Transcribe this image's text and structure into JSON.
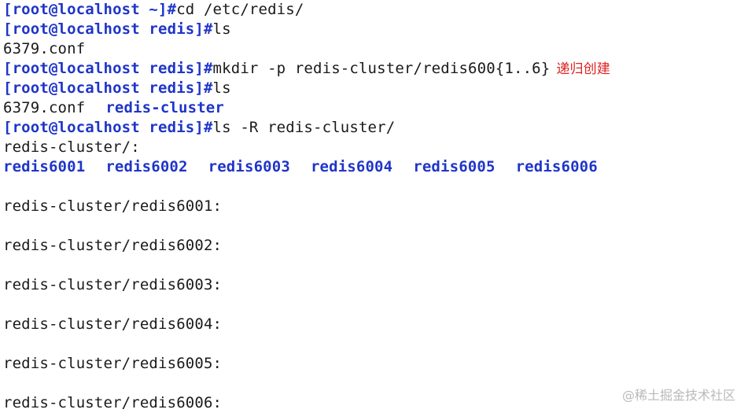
{
  "terminal": {
    "lines": [
      {
        "prompt": "[root@localhost ~]#",
        "command": "cd /etc/redis/"
      },
      {
        "prompt": "[root@localhost redis]#",
        "command": "ls"
      },
      {
        "output": "6379.conf"
      },
      {
        "prompt": "[root@localhost redis]#",
        "command": "mkdir -p redis-cluster/redis600{1..6}",
        "annotation": "递归创建"
      },
      {
        "prompt": "[root@localhost redis]#",
        "command": "ls"
      },
      {
        "output_file": "6379.conf",
        "output_dir": "redis-cluster"
      },
      {
        "prompt": "[root@localhost redis]#",
        "command": "ls -R redis-cluster/"
      },
      {
        "output": "redis-cluster/:"
      },
      {
        "dirs": [
          "redis6001",
          "redis6002",
          "redis6003",
          "redis6004",
          "redis6005",
          "redis6006"
        ]
      },
      {
        "output": ""
      },
      {
        "output": "redis-cluster/redis6001:"
      },
      {
        "output": ""
      },
      {
        "output": "redis-cluster/redis6002:"
      },
      {
        "output": ""
      },
      {
        "output": "redis-cluster/redis6003:"
      },
      {
        "output": ""
      },
      {
        "output": "redis-cluster/redis6004:"
      },
      {
        "output": ""
      },
      {
        "output": "redis-cluster/redis6005:"
      },
      {
        "output": ""
      },
      {
        "output": "redis-cluster/redis6006:"
      }
    ]
  },
  "watermark": "@稀土掘金技术社区",
  "colors": {
    "prompt": "#1f35c8",
    "directory": "#1f35c8",
    "text": "#1a1a1a",
    "annotation": "#e02020",
    "watermark": "#b9b9b9",
    "background": "#ffffff"
  }
}
